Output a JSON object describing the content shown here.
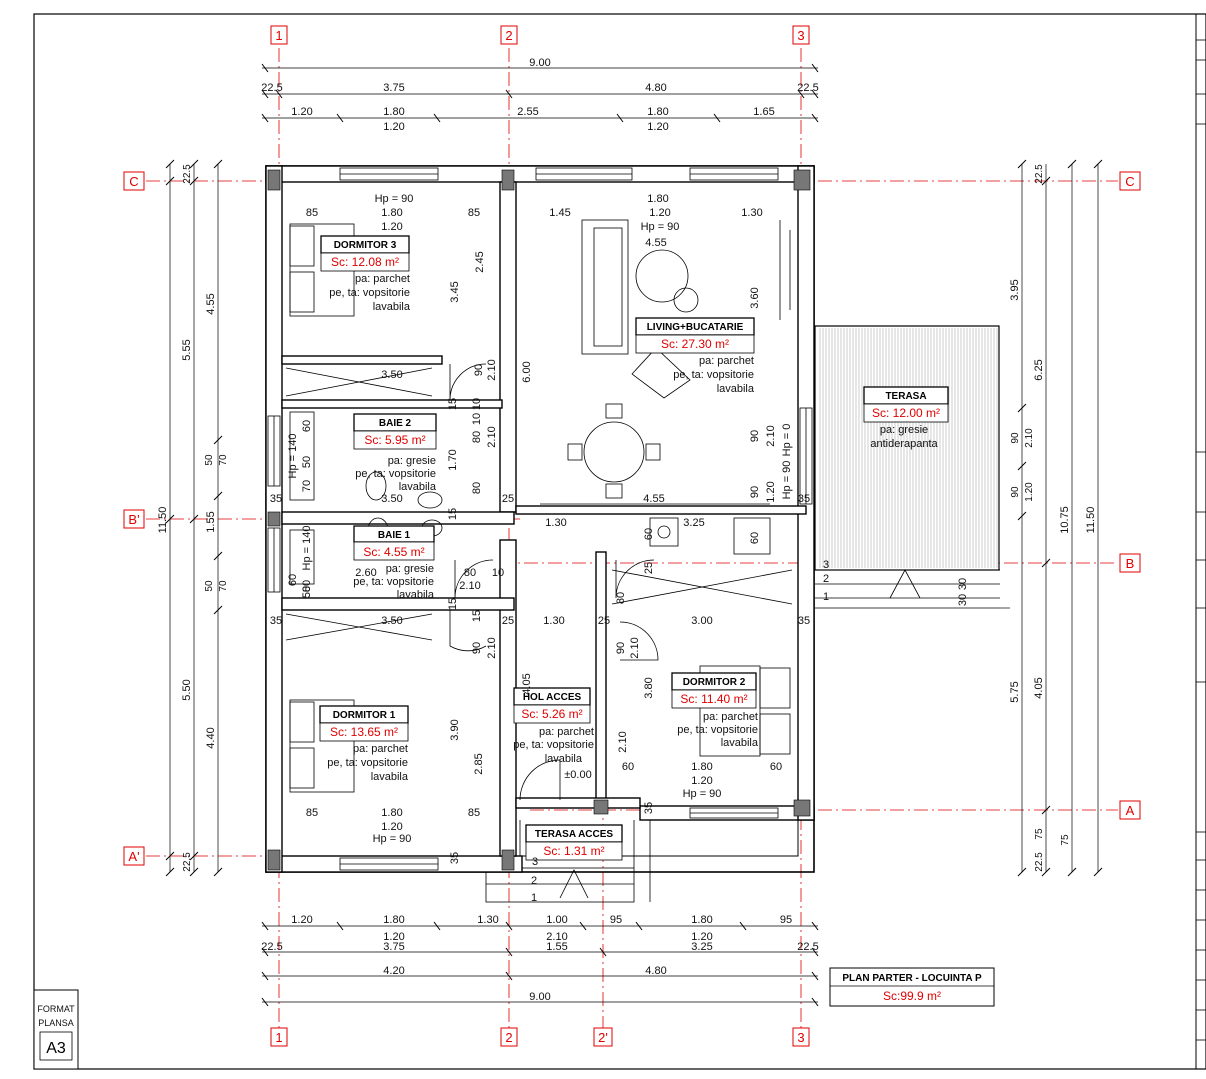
{
  "axes": {
    "vertical_top": [
      "1",
      "2",
      "3"
    ],
    "vertical_bottom": [
      "1",
      "2",
      "2'",
      "3"
    ],
    "horizontal_left": [
      "C",
      "B'",
      "A'"
    ],
    "horizontal_right": [
      "C",
      "B",
      "A"
    ]
  },
  "dims": {
    "top_total": "9.00",
    "top_row2": [
      "22.5",
      "3.75",
      "4.80",
      "22.5"
    ],
    "top_row3": [
      "1.20",
      "1.80",
      "2.55",
      "1.80",
      "1.65"
    ],
    "top_row3b": [
      "1.20",
      "1.20"
    ],
    "bottom_row1": [
      "1.20",
      "1.80",
      "1.30",
      "1.00",
      "95",
      "1.80",
      "95"
    ],
    "bottom_row1b": [
      "1.20",
      "2.10",
      "1.20"
    ],
    "bottom_row2": [
      "22.5",
      "3.75",
      "1.55",
      "3.25",
      "22.5"
    ],
    "bottom_row3": [
      "4.20",
      "4.80"
    ],
    "bottom_total": "9.00",
    "left_outer": [
      "22.5",
      "5.55",
      "1.55",
      "5.50",
      "22.5",
      "11.50"
    ],
    "left_inner": [
      "4.55",
      "50",
      "70",
      "50",
      "70",
      "4.40"
    ],
    "right_inner": [
      "22.5",
      "3.95",
      "90",
      "90",
      "5.75",
      "22.5"
    ],
    "right_mid": [
      "6.25",
      "2.10",
      "1.20",
      "4.05",
      "75",
      "75"
    ],
    "right_outer": [
      "10.75",
      "11.50"
    ],
    "interior": [
      "Hp = 90",
      "85",
      "1.80",
      "1.20",
      "85",
      "1.45",
      "1.80",
      "1.20",
      "1.30",
      "Hp = 90",
      "4.55",
      "3.45",
      "2.45",
      "3.60",
      "6.00",
      "3.50",
      "90",
      "2.10",
      "15",
      "10",
      "10",
      "80",
      "2.10",
      "1.70",
      "80",
      "15",
      "35",
      "3.50",
      "25",
      "4.55",
      "90",
      "2.10",
      "Hp = 0",
      "90",
      "1.20",
      "Hp = 90",
      "35",
      "1.30",
      "3.25",
      "60",
      "60",
      "2.60",
      "80",
      "10",
      "2.10",
      "15",
      "15",
      "35",
      "3.50",
      "25",
      "1.30",
      "25",
      "3.00",
      "35",
      "90",
      "2.10",
      "80",
      "25",
      "90",
      "2.10",
      "4.05",
      "3.80",
      "3.90",
      "2.85",
      "2.10",
      "85",
      "1.80",
      "1.20",
      "Hp = 90",
      "85",
      "35",
      "35",
      "60",
      "1.80",
      "1.20",
      "60",
      "Hp = 90",
      "3",
      "2",
      "1",
      "30",
      "30",
      "3",
      "2",
      "1",
      "±0.00",
      "Hp = 140",
      "60",
      "50",
      "70",
      "60",
      "Hp = 140",
      "80",
      "50",
      "70"
    ]
  },
  "rooms": [
    {
      "name": "DORMITOR 3",
      "area": "Sc: 12.08 m²",
      "finish": [
        "pa: parchet",
        "pe, ta: vopsitorie",
        "lavabila"
      ]
    },
    {
      "name": "LIVING+BUCATARIE",
      "area": "Sc: 27.30 m²",
      "finish": [
        "pa: parchet",
        "pe, ta: vopsitorie",
        "lavabila"
      ]
    },
    {
      "name": "TERASA",
      "area": "Sc: 12.00 m²",
      "finish": [
        "pa: gresie",
        "antiderapanta"
      ]
    },
    {
      "name": "BAIE 2",
      "area": "Sc: 5.95 m²",
      "finish": [
        "pa: gresie",
        "pe, ta: vopsitorie",
        "lavabila"
      ]
    },
    {
      "name": "BAIE 1",
      "area": "Sc: 4.55 m²",
      "finish": [
        "pa: gresie",
        "pe, ta: vopsitorie",
        "lavabila"
      ]
    },
    {
      "name": "DORMITOR 2",
      "area": "Sc: 11.40 m²",
      "finish": [
        "pa: parchet",
        "pe, ta: vopsitorie",
        "lavabila"
      ]
    },
    {
      "name": "DORMITOR 1",
      "area": "Sc: 13.65 m²",
      "finish": [
        "pa: parchet",
        "pe, ta: vopsitorie",
        "lavabila"
      ]
    },
    {
      "name": "HOL ACCES",
      "area": "Sc: 5.26 m²",
      "finish": [
        "pa: parchet",
        "pe, ta: vopsitorie",
        "lavabila"
      ]
    },
    {
      "name": "TERASA ACCES",
      "area": "Sc: 1.31 m²",
      "finish": []
    }
  ],
  "title_box": {
    "title": "PLAN PARTER - LOCUINTA P",
    "area": "Sc:99.9 m²"
  },
  "format_box": {
    "line1": "FORMAT",
    "line2": "PLANSA",
    "size": "A3"
  },
  "colors": {
    "axis": "#e00000",
    "line": "#000000"
  }
}
